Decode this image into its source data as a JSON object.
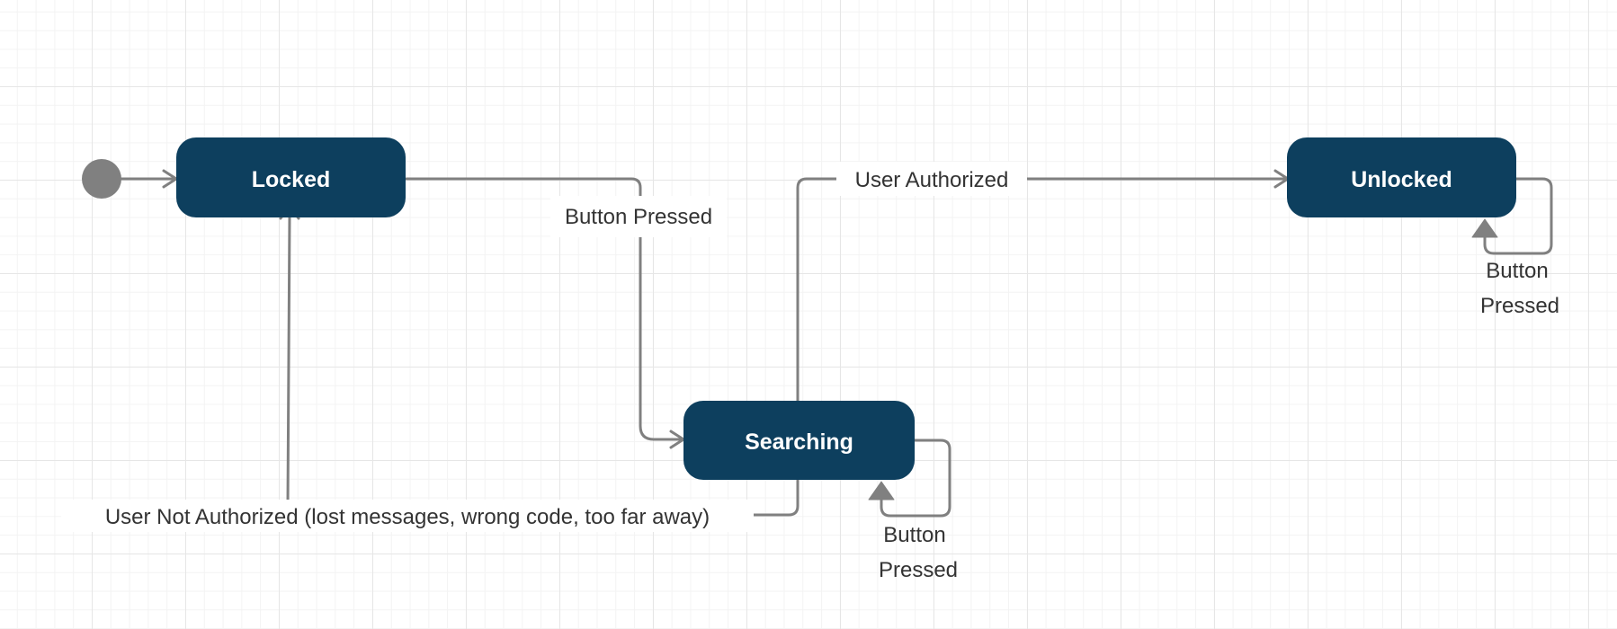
{
  "colors": {
    "state_fill": "#0d3f5e",
    "state_text": "#ffffff",
    "edge": "#808080",
    "label_text": "#333333",
    "initial_node": "#808080"
  },
  "states": {
    "locked": "Locked",
    "searching": "Searching",
    "unlocked": "Unlocked"
  },
  "transitions": {
    "locked_to_searching": "Button Pressed",
    "searching_to_unlocked": "User Authorized",
    "searching_to_locked": "User Not Authorized (lost messages, wrong code, too far away)",
    "searching_self": [
      "Button",
      "Pressed"
    ],
    "unlocked_self": [
      "Button",
      "Pressed"
    ]
  }
}
